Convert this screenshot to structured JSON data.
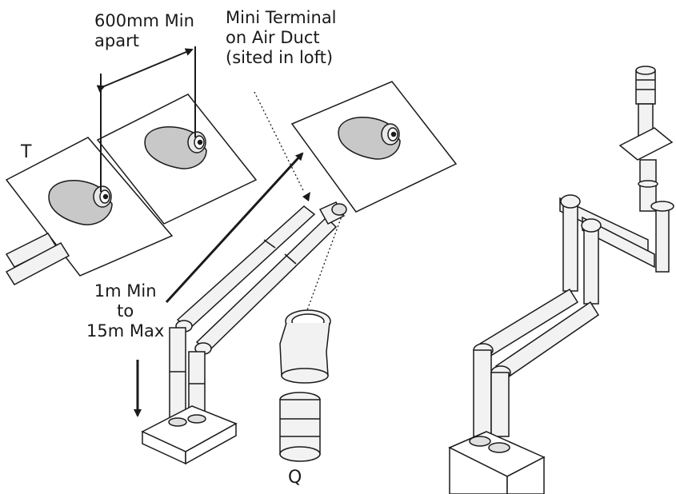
{
  "labels": {
    "spacing": "600mm Min\napart",
    "terminal": "Mini Terminal\non Air Duct\n(sited in loft)",
    "t_marker": "T",
    "length": "1m Min\nto\n15m Max",
    "q_marker": "Q"
  },
  "colors": {
    "line": "#1a1a1a",
    "pipe": "#f2f2f2",
    "terminal_fill": "#c8c8c8",
    "background": "#ffffff"
  }
}
